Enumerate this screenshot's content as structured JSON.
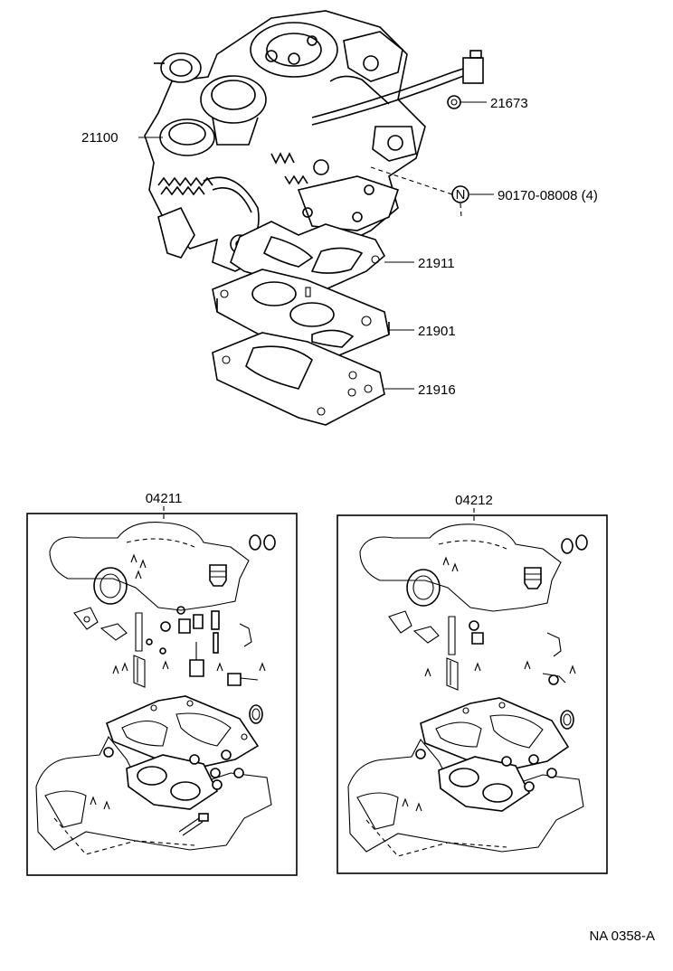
{
  "diagram": {
    "callouts": [
      {
        "id": "c-21100",
        "text": "21100"
      },
      {
        "id": "c-21673",
        "text": "21673"
      },
      {
        "id": "c-90170",
        "text": "90170-08008 (4)"
      },
      {
        "id": "c-21911",
        "text": "21911"
      },
      {
        "id": "c-21901",
        "text": "21901"
      },
      {
        "id": "c-21916",
        "text": "21916"
      }
    ],
    "nut_symbol": "N",
    "kits": [
      {
        "id": "kit-04211",
        "text": "04211"
      },
      {
        "id": "kit-04212",
        "text": "04212"
      }
    ],
    "figure_code": "NA 0358-A"
  }
}
